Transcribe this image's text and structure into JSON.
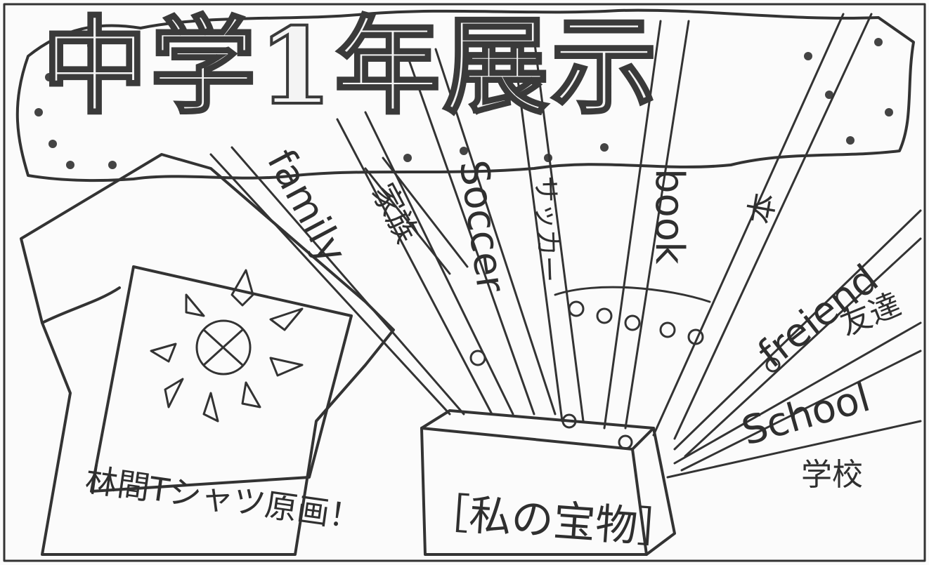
{
  "title": "中学1年展示",
  "rays": {
    "family": "family",
    "family_ja": "家族",
    "soccer": "Soccer",
    "soccer_ja": "サッカー",
    "book": "book",
    "book_ja": "本",
    "friend": "freiend",
    "friend_ja": "友達",
    "school": "School",
    "school_ja": "学校"
  },
  "box_label": "［私の宝物］",
  "shirt_label": "林間Tシャツ原画！"
}
